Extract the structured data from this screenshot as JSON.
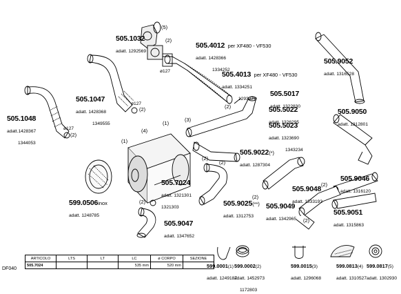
{
  "footer_label": "DF040",
  "spec_table": {
    "headers": [
      "ARTICOLO",
      "LTS",
      "LT",
      "LC",
      "ø CORPO",
      "SEZIONE"
    ],
    "row": [
      "505.7024",
      "",
      "",
      "535 mm",
      "520 mm",
      ""
    ]
  },
  "callouts": [
    "(5)",
    "(2)",
    "(2)",
    "(2)",
    "(2)",
    "(3)",
    "(4)",
    "(1)",
    "(1)",
    "(2)",
    "(2)",
    "(2)",
    "(2)",
    "(2)",
    "(2)"
  ],
  "dimensions": [
    "ø127",
    "ø127",
    "ø127"
  ],
  "parts": [
    {
      "code": "505.1032",
      "note": "",
      "lines": [
        "adatt. 1292569"
      ]
    },
    {
      "code": "505.4012",
      "note": "per  XF480 - VF530",
      "lines": [
        "adatt. 1428366",
        "1334252"
      ]
    },
    {
      "code": "505.4013",
      "note": "per  XF480 - VF530",
      "lines": [
        "adatt. 1334251",
        "1293071"
      ]
    },
    {
      "code": "505.9052",
      "note": "",
      "lines": [
        "adatt. 1316528"
      ]
    },
    {
      "code": "505.1047",
      "note": "",
      "lines": [
        "adatt. 1428368",
        "1349555"
      ]
    },
    {
      "code": "505.5017",
      "note": "",
      "lines": [
        "adatt. 1322830"
      ]
    },
    {
      "code": "505.5022",
      "note": "",
      "lines": [
        "adatt. 1326295"
      ]
    },
    {
      "code": "505.1048",
      "note": "",
      "lines": [
        "adatt.1428367",
        "1344053"
      ]
    },
    {
      "code": "505.9050",
      "note": "",
      "lines": [
        "adatt. 1312801"
      ]
    },
    {
      "code": "505.5023",
      "note": "",
      "lines": [
        "adatt. 1323690",
        "1343234"
      ]
    },
    {
      "code": "505.9022",
      "note": "(*)",
      "lines": [
        "adatt. 1287304"
      ]
    },
    {
      "code": "505.7024",
      "note": "",
      "lines": [
        "adatt. 1321301",
        "1321303"
      ]
    },
    {
      "code": "505.9046",
      "note": "",
      "lines": [
        "adatt. 1316120"
      ]
    },
    {
      "code": "505.9048",
      "note": "",
      "lines": [
        "adatt. 1333193"
      ]
    },
    {
      "code": "599.0506",
      "note": "inox",
      "lines": [
        "adatt. 1248785"
      ]
    },
    {
      "code": "505.9025",
      "note": "(**)",
      "lines": [
        "adatt. 1312753"
      ]
    },
    {
      "code": "505.9049",
      "note": "",
      "lines": [
        "adatt. 1342965"
      ]
    },
    {
      "code": "505.9051",
      "note": "",
      "lines": [
        "adatt. 1315863"
      ]
    },
    {
      "code": "505.9047",
      "note": "",
      "lines": [
        "adatt. 1347652"
      ]
    }
  ],
  "hardware": [
    {
      "code": "599.0001",
      "qty": "(1)",
      "lines": [
        "adatt. 1249187"
      ]
    },
    {
      "code": "599.0002",
      "qty": "(2)",
      "lines": [
        "adatt. 1452973",
        "1172803"
      ]
    },
    {
      "code": "599.0015",
      "qty": "(3)",
      "lines": [
        "adatt. 1296068"
      ]
    },
    {
      "code": "599.0813",
      "qty": "(4)",
      "lines": [
        "adatt. 1310527"
      ]
    },
    {
      "code": "599.0817",
      "qty": "(5)",
      "lines": [
        "adatt. 1302930"
      ]
    }
  ]
}
